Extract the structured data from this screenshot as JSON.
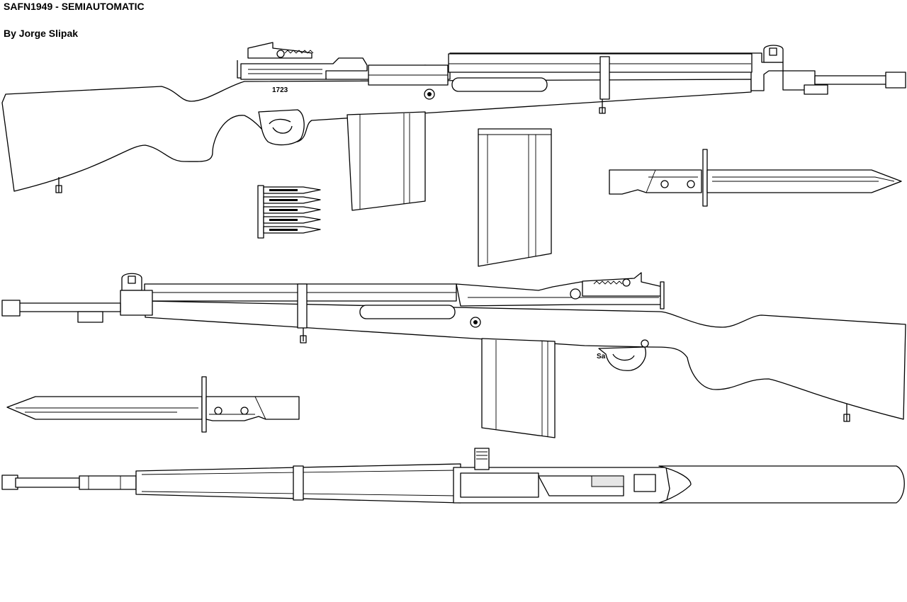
{
  "header": {
    "title": "SAFN1949 - SEMIAUTOMATIC",
    "author": "By Jorge Slipak"
  },
  "markings": {
    "serial_number": "1723",
    "trigger_mark": "Sa"
  },
  "colors": {
    "line": "#000000",
    "background": "#ffffff"
  }
}
